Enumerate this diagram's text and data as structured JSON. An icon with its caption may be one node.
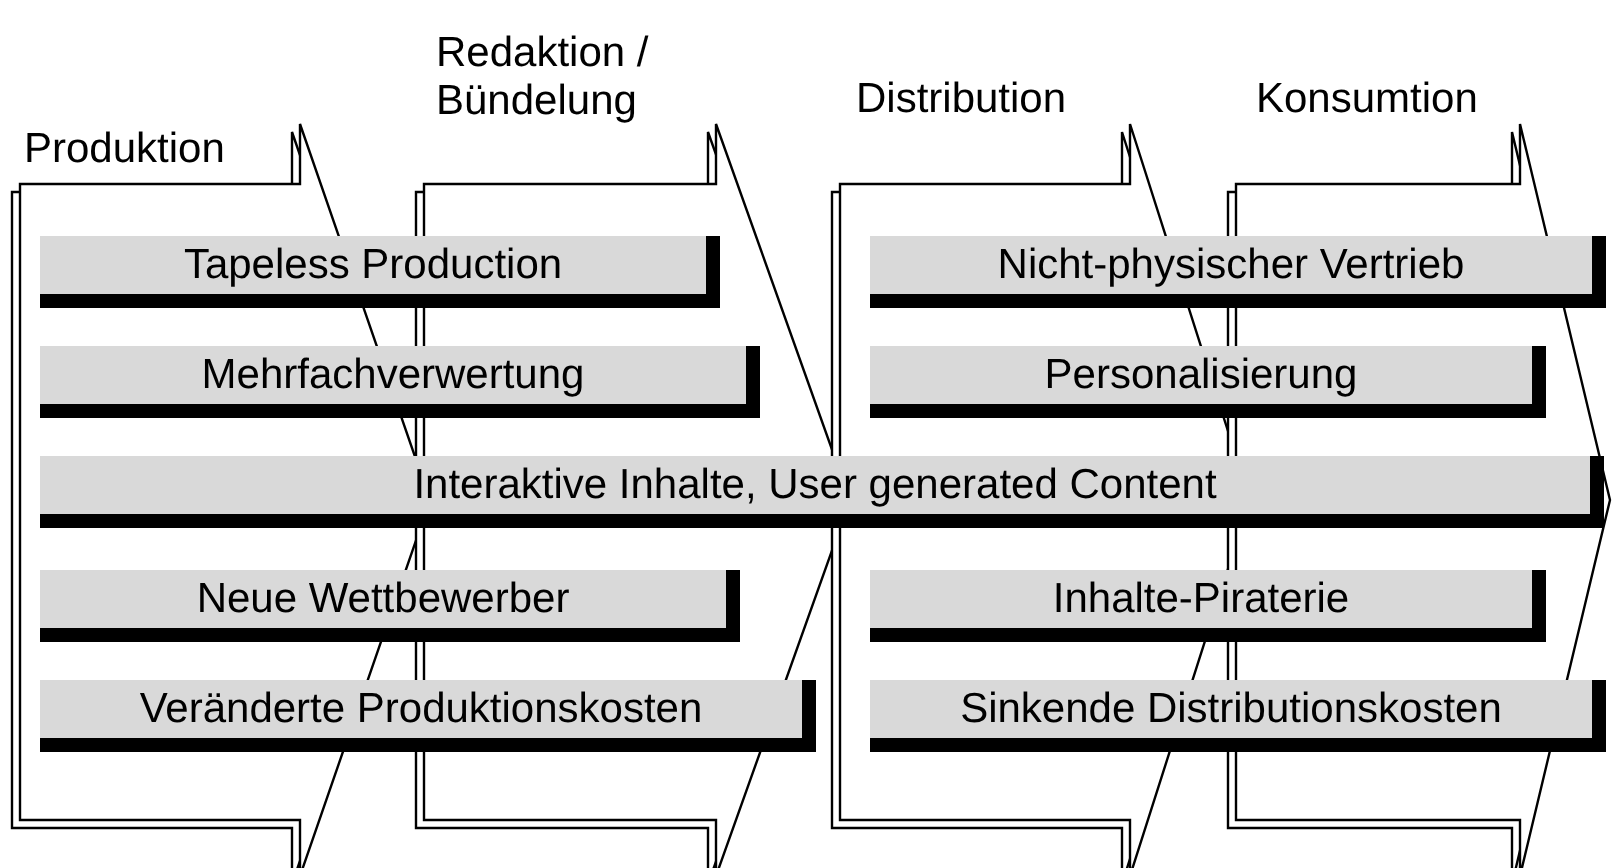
{
  "diagram": {
    "nodes": [
      {
        "text": [
          "Produktion"
        ]
      },
      {
        "text": [
          "Redaktion / Bündelung"
        ]
      },
      {
        "text": [
          "Distribution"
        ]
      },
      {
        "text": [
          "Konsumtion"
        ]
      },
      {
        "text": [
          "Tapeless Production"
        ]
      },
      {
        "text": [
          "Nicht-physischer Vertrieb"
        ]
      },
      {
        "text": [
          "Mehrfachverwertung"
        ]
      },
      {
        "text": [
          "Personalisierung"
        ]
      },
      {
        "text": [
          "Interaktive Inhalte, User generated Content"
        ]
      },
      {
        "text": [
          "Neue Wettbewerber"
        ]
      },
      {
        "text": [
          "Inhalte-Piraterie"
        ]
      },
      {
        "text": [
          "Veränderte Produktionskosten"
        ]
      },
      {
        "text": [
          "Sinkende Distributionskosten"
        ]
      }
    ]
  }
}
